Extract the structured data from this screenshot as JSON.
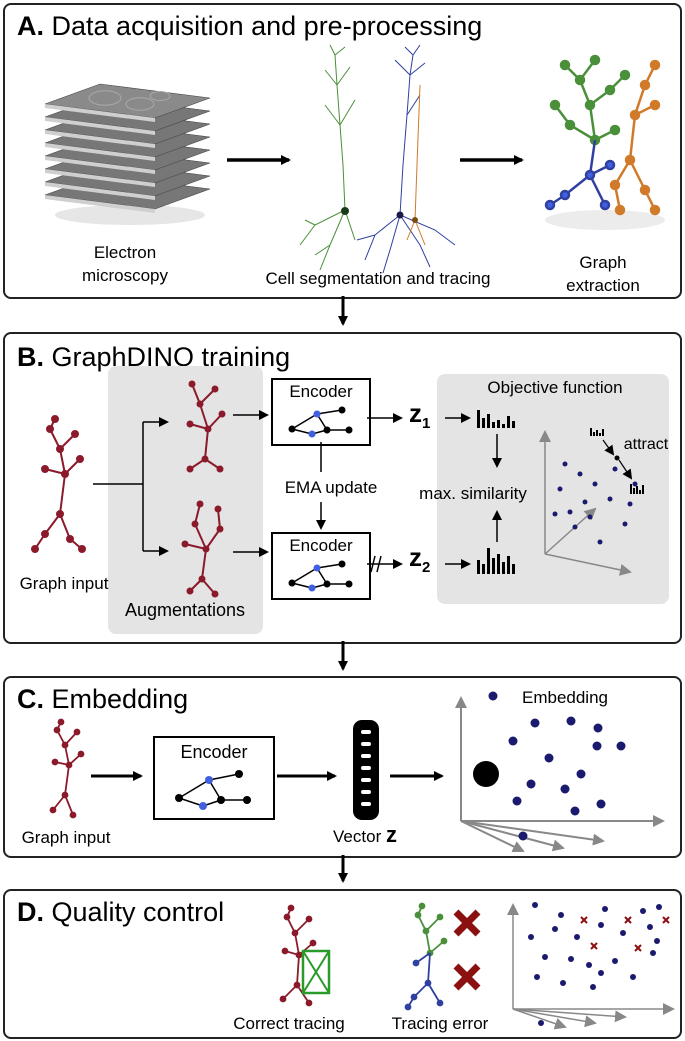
{
  "panelA": {
    "letter": "A.",
    "title": "Data acquisition and pre-processing",
    "em_label_1": "Electron",
    "em_label_2": "microscopy",
    "seg_label": "Cell segmentation and tracing",
    "graph_label_1": "Graph",
    "graph_label_2": "extraction"
  },
  "panelB": {
    "letter": "B.",
    "title": "GraphDINO training",
    "graph_input": "Graph input",
    "augmentations": "Augmentations",
    "encoder_top": "Encoder",
    "encoder_bottom": "Encoder",
    "ema": "EMA update",
    "z1": "z",
    "z1_sub": "1",
    "z2": "z",
    "z2_sub": "2",
    "objective": "Objective function",
    "max_sim": "max. similarity",
    "attract": "attract"
  },
  "panelC": {
    "letter": "C.",
    "title": "Embedding",
    "graph_input": "Graph input",
    "encoder": "Encoder",
    "vector": "Vector ",
    "vector_z": "z",
    "embedding": "Embedding"
  },
  "panelD": {
    "letter": "D.",
    "title": "Quality control",
    "correct": "Correct tracing",
    "error": "Tracing error"
  },
  "colors": {
    "neuron_red": "#8b1a2b",
    "neuron_green": "#4a8f3a",
    "neuron_blue": "#3040a0",
    "neuron_orange": "#d07a2a",
    "node_blue": "#4060e0",
    "embed_dot": "#1a1a6e",
    "error_x": "#8b1010",
    "check_green": "#2a9a2a",
    "panel_gray": "#e4e4e4"
  }
}
